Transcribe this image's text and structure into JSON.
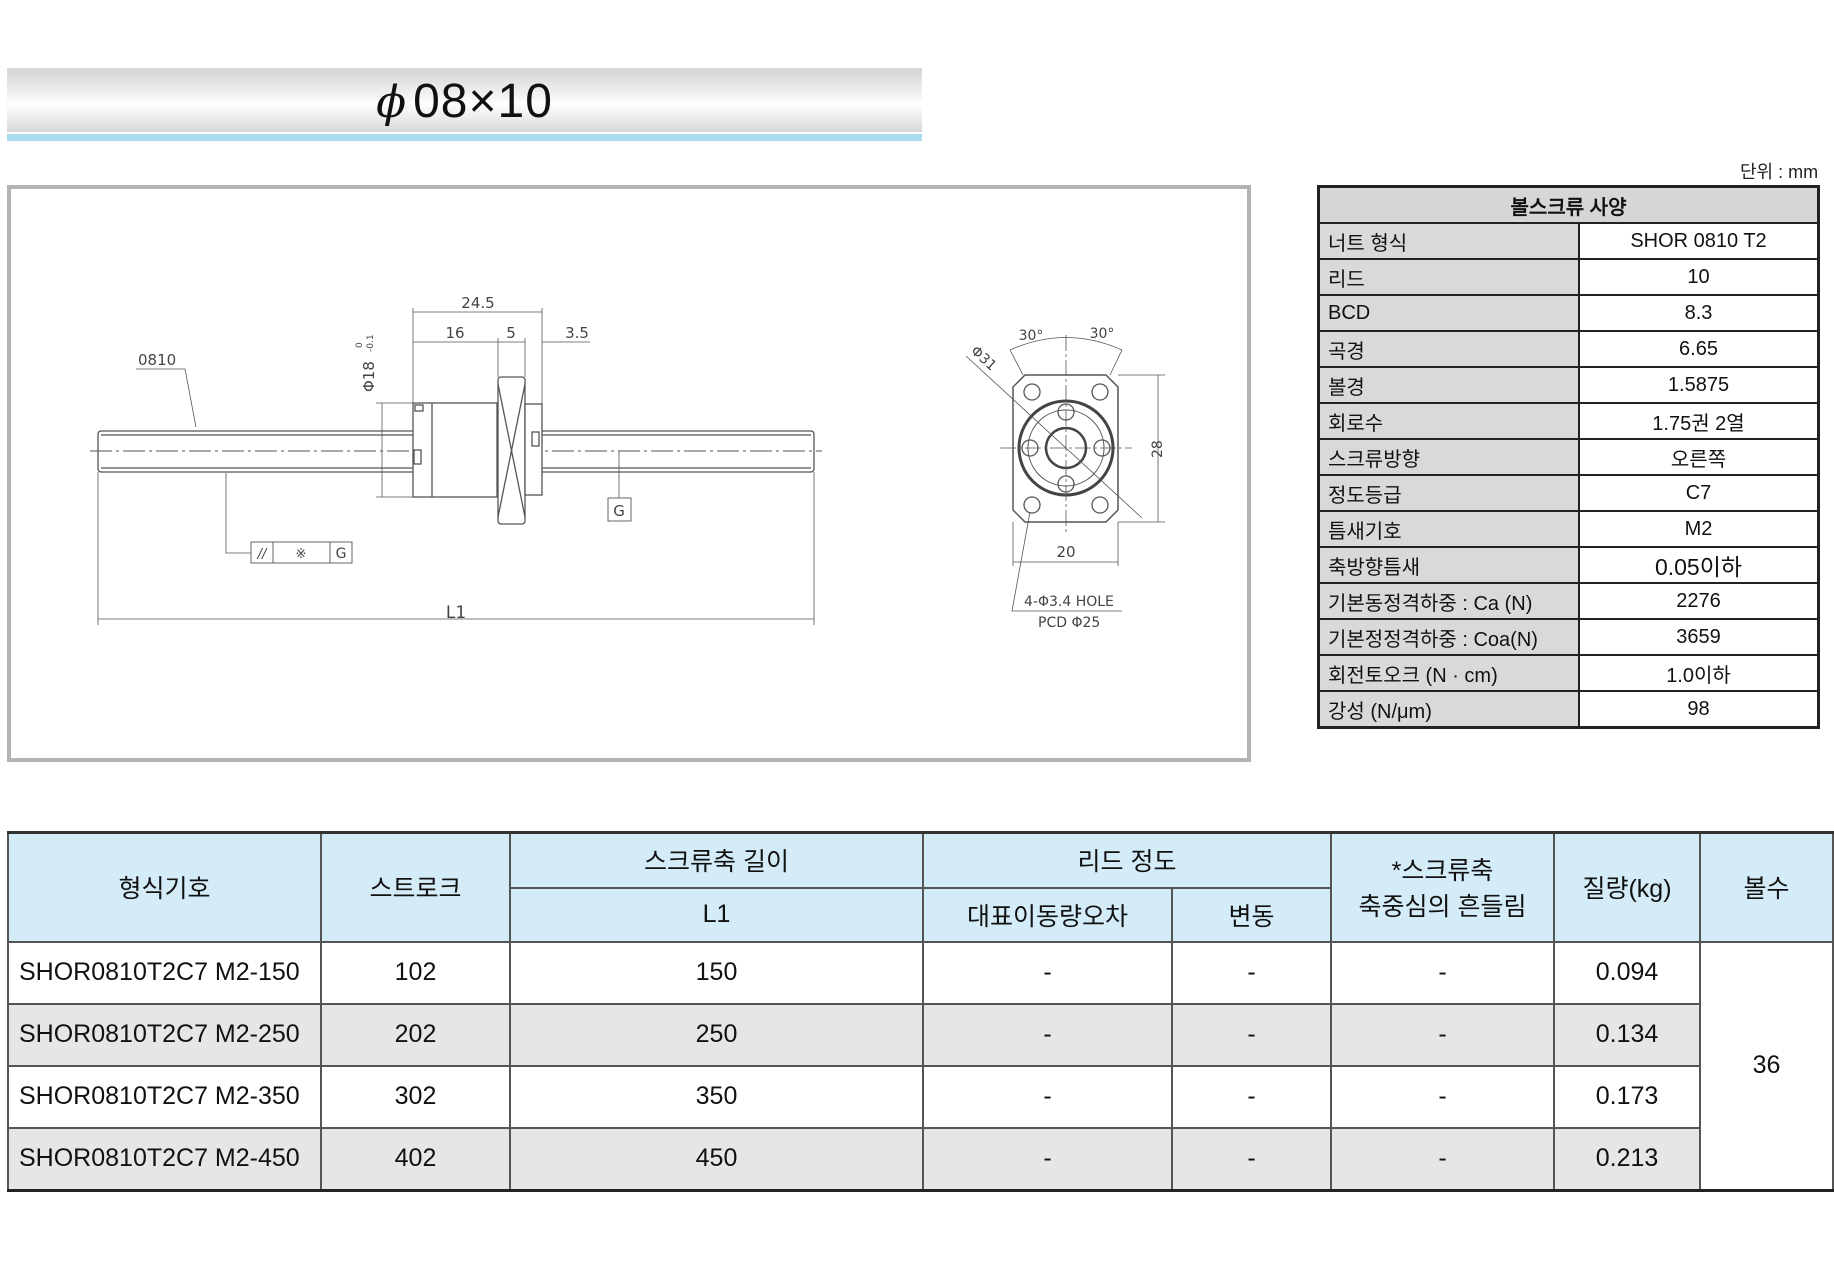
{
  "title": {
    "phi": "ϕ",
    "text": "08×10"
  },
  "unit_label": "단위 : mm",
  "drawing": {
    "front": {
      "model_label": "0810",
      "dim_total_nut": "24.5",
      "dim_body": "16",
      "dim_flange": "5",
      "dim_step": "3.5",
      "dim_diameter": "Φ18",
      "dim_diameter_tol_upper": "0",
      "dim_diameter_tol_lower": "-0.1",
      "datum": "G",
      "tolerance_symbol": "//",
      "tolerance_value": "※",
      "tolerance_datum": "G",
      "length_label": "L1"
    },
    "side": {
      "angle_left": "30°",
      "angle_right": "30°",
      "flange_dia": "Φ31",
      "height": "28",
      "width": "20",
      "hole_note": "4-Φ3.4 HOLE",
      "pcd_note": "PCD Φ25"
    }
  },
  "spec_table": {
    "title": "볼스크류 사양",
    "rows": [
      {
        "label": "너트 형식",
        "value": "SHOR 0810 T2"
      },
      {
        "label": "리드",
        "value": "10"
      },
      {
        "label": "BCD",
        "value": "8.3"
      },
      {
        "label": "곡경",
        "value": "6.65"
      },
      {
        "label": "볼경",
        "value": "1.5875"
      },
      {
        "label": "회로수",
        "value": "1.75권 2열"
      },
      {
        "label": "스크류방향",
        "value": "오른쪽"
      },
      {
        "label": "정도등급",
        "value": "C7"
      },
      {
        "label": "틈새기호",
        "value": "M2"
      },
      {
        "label": "축방향틈새",
        "value": "0.05이하"
      },
      {
        "label": "기본동정격하중 : Ca (N)",
        "value": "2276"
      },
      {
        "label": "기본정정격하중 : Coa(N)",
        "value": "3659"
      },
      {
        "label": "회전토오크 (N · cm)",
        "value": "1.0이하"
      },
      {
        "label": "강성 (N/μm)",
        "value": "98"
      }
    ]
  },
  "model_table": {
    "headers": {
      "model": "형식기호",
      "stroke": "스트로크",
      "shaft_length": "스크류축 길이",
      "l1": "L1",
      "lead_accuracy": "리드 정도",
      "rep_travel_error": "대표이동량오차",
      "variation": "변동",
      "runout_line1": "*스크류축",
      "runout_line2": "축중심의 흔들림",
      "mass": "질량(kg)",
      "balls": "볼수"
    },
    "rows": [
      {
        "model": "SHOR0810T2C7 M2-150",
        "stroke": "102",
        "l1": "150",
        "rep_error": "-",
        "variation": "-",
        "runout": "-",
        "mass": "0.094"
      },
      {
        "model": "SHOR0810T2C7 M2-250",
        "stroke": "202",
        "l1": "250",
        "rep_error": "-",
        "variation": "-",
        "runout": "-",
        "mass": "0.134"
      },
      {
        "model": "SHOR0810T2C7 M2-350",
        "stroke": "302",
        "l1": "350",
        "rep_error": "-",
        "variation": "-",
        "runout": "-",
        "mass": "0.173"
      },
      {
        "model": "SHOR0810T2C7 M2-450",
        "stroke": "402",
        "l1": "450",
        "rep_error": "-",
        "variation": "-",
        "runout": "-",
        "mass": "0.213"
      }
    ],
    "balls": "36"
  }
}
